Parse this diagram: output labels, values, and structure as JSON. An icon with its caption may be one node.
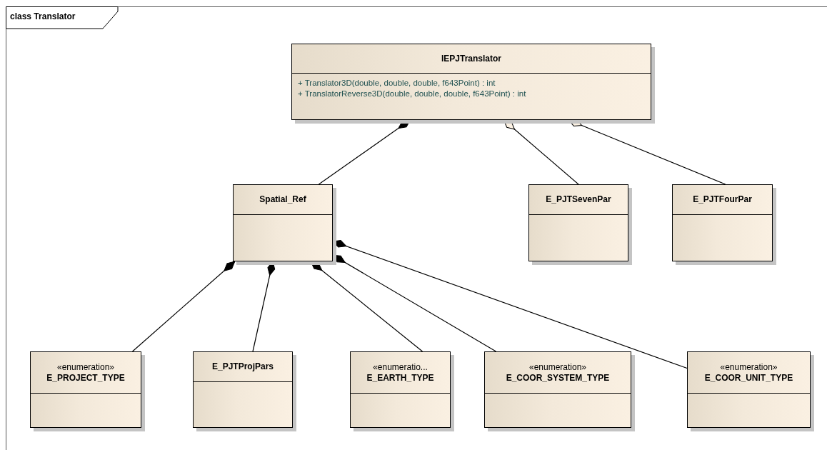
{
  "diagram": {
    "title": "class Translator",
    "nodes": [
      {
        "text": [
          "IEPJTranslator",
          "+ Translator3D(double, double, double, f643Point) : int",
          "+ TranslatorReverse3D(double, double, double, f643Point) : int"
        ]
      },
      {
        "text": [
          "Spatial_Ref"
        ]
      },
      {
        "text": [
          "E_PJTSevenPar"
        ]
      },
      {
        "text": [
          "E_PJTFourPar"
        ]
      },
      {
        "text": [
          "«enumeration»",
          "E_PROJECT_TYPE"
        ]
      },
      {
        "text": [
          "E_PJTProjPars"
        ]
      },
      {
        "text": [
          "«enumeratio...",
          "E_EARTH_TYPE"
        ]
      },
      {
        "text": [
          "«enumeration»",
          "E_COOR_SYSTEM_TYPE"
        ]
      },
      {
        "text": [
          "«enumeration»",
          "E_COOR_UNIT_TYPE"
        ]
      }
    ],
    "edges": [
      {
        "from": 0,
        "to": 1,
        "arrow": "other"
      },
      {
        "from": 0,
        "to": 2,
        "arrow": "other"
      },
      {
        "from": 0,
        "to": 3,
        "arrow": "other"
      },
      {
        "from": 1,
        "to": 4,
        "arrow": "other"
      },
      {
        "from": 1,
        "to": 5,
        "arrow": "other"
      },
      {
        "from": 1,
        "to": 6,
        "arrow": "other"
      },
      {
        "from": 1,
        "to": 7,
        "arrow": "other"
      },
      {
        "from": 1,
        "to": 8,
        "arrow": "other"
      }
    ]
  }
}
